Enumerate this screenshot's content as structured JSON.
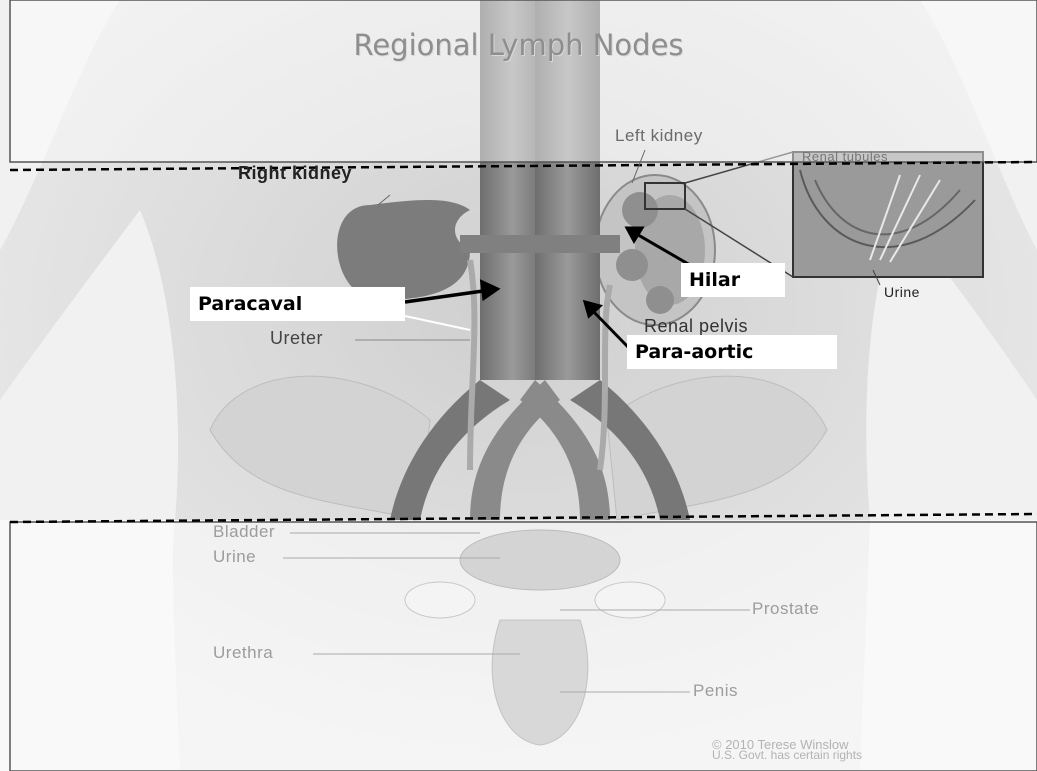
{
  "title": "Regional Lymph Nodes",
  "anatomy_labels": {
    "right_kidney": "Right kidney",
    "left_kidney": "Left kidney",
    "renal_tubules": "Renal tubules",
    "urine_upper": "Urine",
    "ureter": "Ureter",
    "renal_pelvis": "Renal pelvis",
    "bladder": "Bladder",
    "urine_lower": "Urine",
    "prostate": "Prostate",
    "urethra": "Urethra",
    "penis": "Penis"
  },
  "callouts": {
    "paracaval": "Paracaval",
    "hilar": "Hilar",
    "para_aortic": "Para-aortic"
  },
  "copyright": {
    "line1": "© 2010 Terese Winslow",
    "line2": "U.S. Govt. has certain rights"
  }
}
